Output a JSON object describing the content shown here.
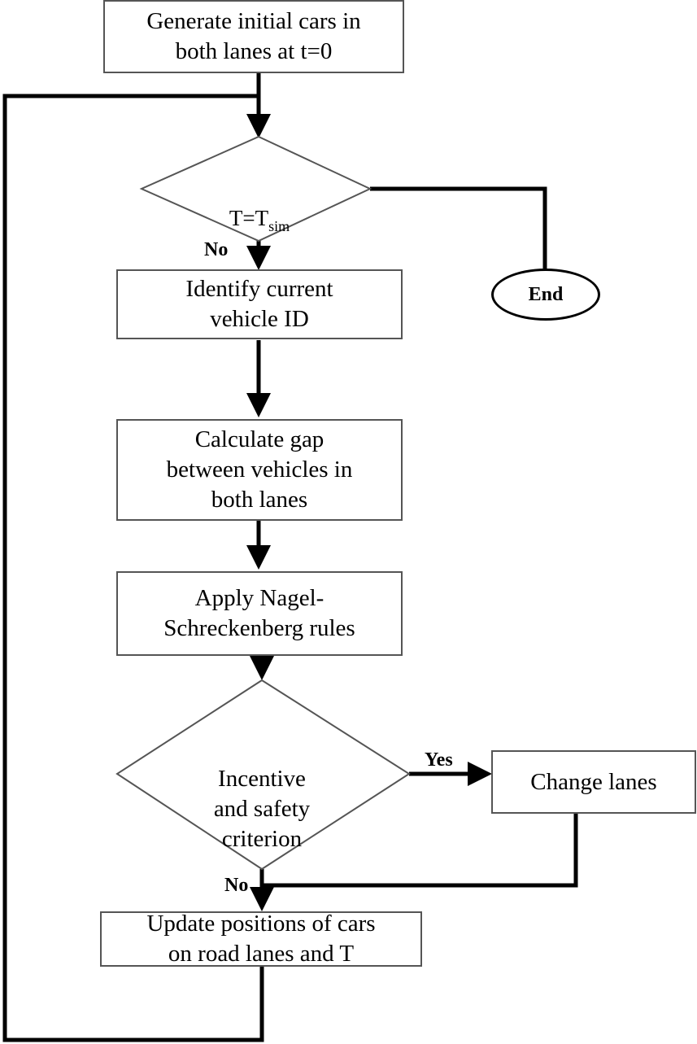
{
  "nodes": {
    "generate": "Generate initial cars in\nboth lanes at t=0",
    "decision_time": {
      "main": "T=T",
      "sub": "sim"
    },
    "end": "End",
    "identify": "Identify current\nvehicle ID",
    "calculate": "Calculate gap\nbetween vehicles in\nboth lanes",
    "apply": "Apply Nagel-\nSchreckenberg rules",
    "decision_incentive": "Incentive\nand safety\ncriterion",
    "change_lanes": "Change lanes",
    "update": "Update positions of cars\non road lanes and T"
  },
  "edges": {
    "no_1": "No",
    "yes": "Yes",
    "no_2": "No"
  }
}
